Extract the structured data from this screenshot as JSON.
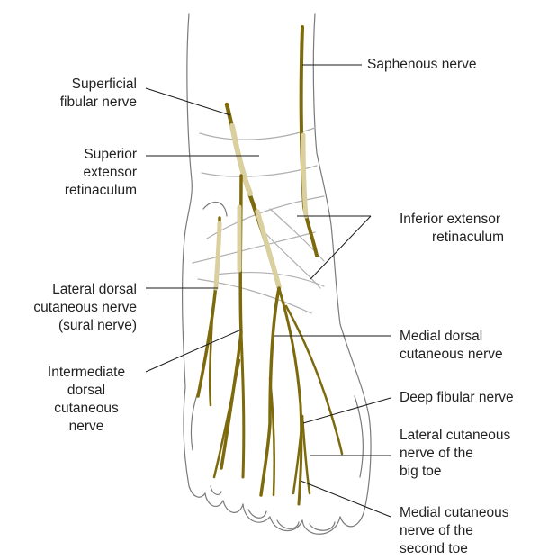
{
  "colors": {
    "outline": "#7a7a7a",
    "retinaculum": "#b0b0b0",
    "nerve": "#7d6a0d",
    "nerve_faded": "#d9cf9f",
    "leader": "#1a1a1a",
    "text": "#222222"
  },
  "labels": {
    "saphenous": [
      "Saphenous nerve"
    ],
    "superficial_fibular": [
      "Superficial",
      "fibular nerve"
    ],
    "superior_retinaculum": [
      "Superior",
      "extensor",
      "retinaculum"
    ],
    "inferior_retinaculum": [
      "Inferior extensor",
      "retinaculum"
    ],
    "lateral_dorsal": [
      "Lateral dorsal",
      "cutaneous nerve",
      "(sural nerve)"
    ],
    "medial_dorsal": [
      "Medial dorsal",
      "cutaneous nerve"
    ],
    "intermediate_dorsal": [
      "Intermediate",
      "dorsal",
      "cutaneous",
      "nerve"
    ],
    "deep_fibular": [
      "Deep fibular nerve"
    ],
    "lateral_big_toe": [
      "Lateral cutaneous",
      "nerve of the",
      "big toe"
    ],
    "medial_second_toe": [
      "Medial cutaneous",
      "nerve of the",
      "second toe"
    ]
  }
}
